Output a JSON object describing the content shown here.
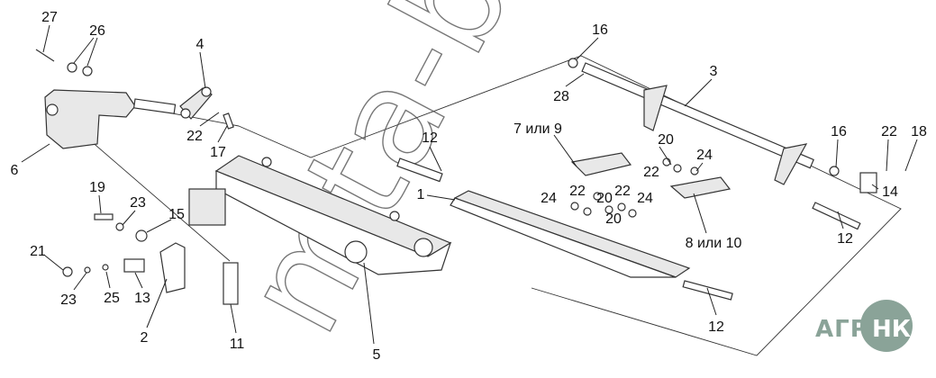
{
  "diagram": {
    "labels": [
      "27",
      "26",
      "4",
      "6",
      "22",
      "17",
      "19",
      "23",
      "15",
      "21",
      "23",
      "25",
      "13",
      "2",
      "11",
      "5",
      "12",
      "1",
      "7 или 9",
      "28",
      "16",
      "3",
      "20",
      "24",
      "22",
      "22",
      "22",
      "24",
      "24",
      "20",
      "20",
      "8 или 10",
      "16",
      "22",
      "18",
      "14",
      "12",
      "12"
    ],
    "watermark": "mta-by",
    "logo": {
      "left": "АГРО",
      "right": "НКА"
    },
    "colors": {
      "logo": "#8aa398",
      "line": "#333333"
    }
  }
}
